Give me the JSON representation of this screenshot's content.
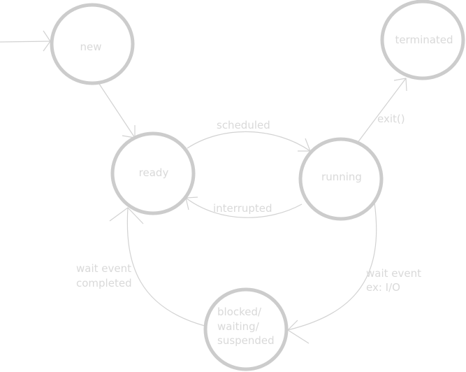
{
  "states": {
    "new": "new",
    "ready": "ready",
    "running": "running",
    "terminated": "terminated",
    "blocked": [
      "blocked/",
      "waiting/",
      "suspended"
    ]
  },
  "transitions": {
    "scheduled": "scheduled",
    "interrupted": "interrupted",
    "exit": "exit()",
    "wait_event_io": [
      "wait event",
      "ex: I/O"
    ],
    "wait_event_completed": [
      "wait event",
      "completed"
    ]
  }
}
